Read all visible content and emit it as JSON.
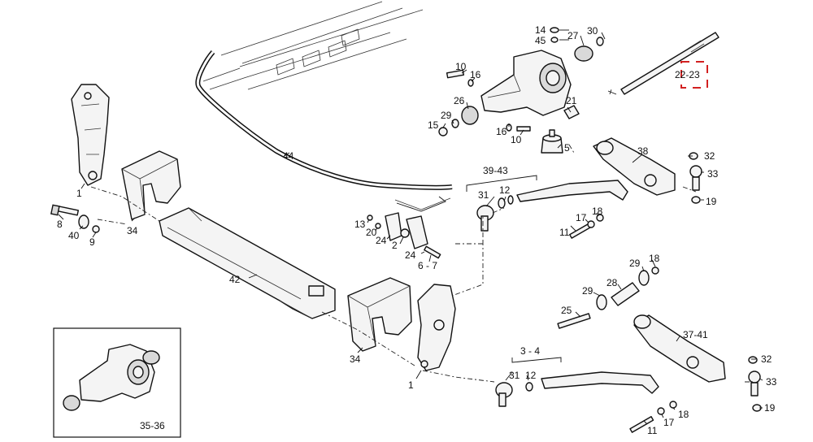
{
  "labels": {
    "l14": "14",
    "l45": "45",
    "l27": "27",
    "l30": "30",
    "l22_23": "22-23",
    "l10a": "10",
    "l16a": "16",
    "l26": "26",
    "l29a": "29",
    "l15": "15",
    "l21": "21",
    "l16b": "16",
    "l10b": "10",
    "l5": "5",
    "l44": "44",
    "l1a": "1",
    "l8": "8",
    "l40": "40",
    "l9": "9",
    "l34a": "34",
    "l13": "13",
    "l20": "20",
    "l24a": "24",
    "l2": "2",
    "l24b": "24",
    "l6_7": "6 - 7",
    "l39_43": "39-43",
    "l31a": "31",
    "l12a": "12",
    "l38": "38",
    "l32a": "32",
    "l33a": "33",
    "l19a": "19",
    "l11a": "11",
    "l17a": "17",
    "l18a": "18",
    "l42": "42",
    "l34b": "34",
    "l1b": "1",
    "l29b": "29",
    "l18b": "18",
    "l29c": "29",
    "l28": "28",
    "l25": "25",
    "l37_41": "37-41",
    "l3_4": "3 - 4",
    "l31b": "31",
    "l12b": "12",
    "l32b": "32",
    "l33b": "33",
    "l19b": "19",
    "l11b": "11",
    "l17b": "17",
    "l18c": "18",
    "l35_36": "35-36"
  },
  "colors": {
    "line": "#111111",
    "highlight": "#d22020",
    "fill": "#f4f4f4"
  }
}
